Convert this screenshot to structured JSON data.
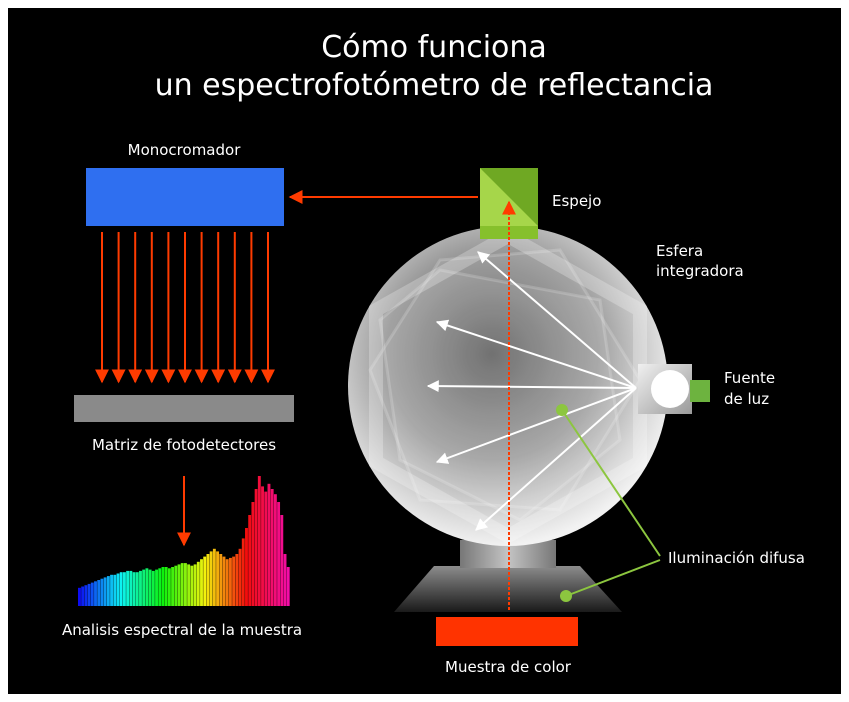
{
  "title": {
    "line1": "Cómo funciona",
    "line2": "un espectrofotómetro de reflectancia"
  },
  "labels": {
    "monochromator": "Monocromador",
    "mirror": "Espejo",
    "sphere_line1": "Esfera",
    "sphere_line2": "integradora",
    "light_line1": "Fuente",
    "light_line2": "de luz",
    "diffuse": "Iluminación difusa",
    "detectors": "Matriz de fotodetectores",
    "spectral": "Analisis espectral de la muestra",
    "sample": "Muestra de color"
  },
  "colors": {
    "background": "#000000",
    "monochromator": "#2f6ff0",
    "arrow": "#ff3b00",
    "mirror": "#86c02c",
    "light_source": "#6db33f",
    "detector_bar": "#8a8a8a",
    "sample": "#ff3300",
    "diffuse_marker": "#8cc63f"
  },
  "spectrum": {
    "levels": [
      14,
      15,
      16,
      17,
      18,
      19,
      20,
      21,
      22,
      23,
      24,
      24,
      25,
      26,
      26,
      27,
      27,
      26,
      26,
      27,
      28,
      29,
      28,
      27,
      28,
      29,
      30,
      30,
      29,
      30,
      31,
      32,
      33,
      33,
      32,
      31,
      32,
      34,
      36,
      38,
      40,
      42,
      44,
      42,
      40,
      38,
      36,
      37,
      38,
      40,
      44,
      52,
      60,
      70,
      80,
      90,
      100,
      92,
      88,
      94,
      90,
      86,
      80,
      70,
      40,
      30
    ]
  }
}
